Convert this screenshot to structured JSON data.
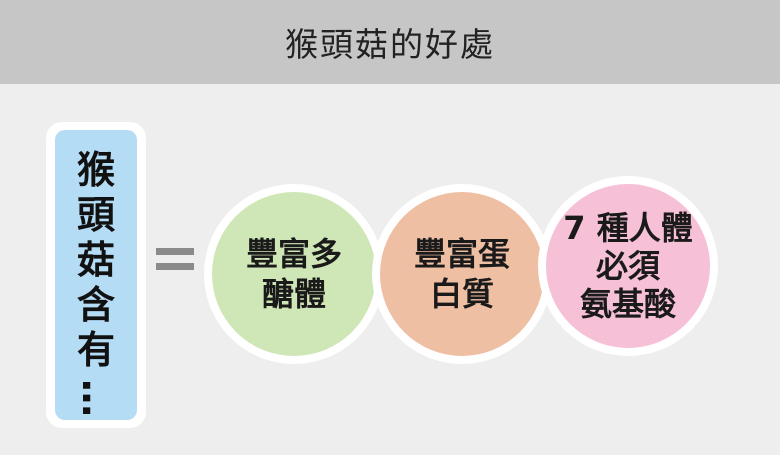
{
  "header": {
    "title": "猴頭菇的好處"
  },
  "subject": {
    "chars": [
      "猴",
      "頭",
      "菇",
      "含",
      "有"
    ],
    "dots": "…"
  },
  "benefits": [
    {
      "label": "豐富多\n醣體",
      "color": "#cfe6b6"
    },
    {
      "label": "豐富蛋\n白質",
      "color": "#efbfa3"
    },
    {
      "label": "7 種人體\n必須\n氨基酸",
      "color": "#f6c0d6"
    }
  ]
}
